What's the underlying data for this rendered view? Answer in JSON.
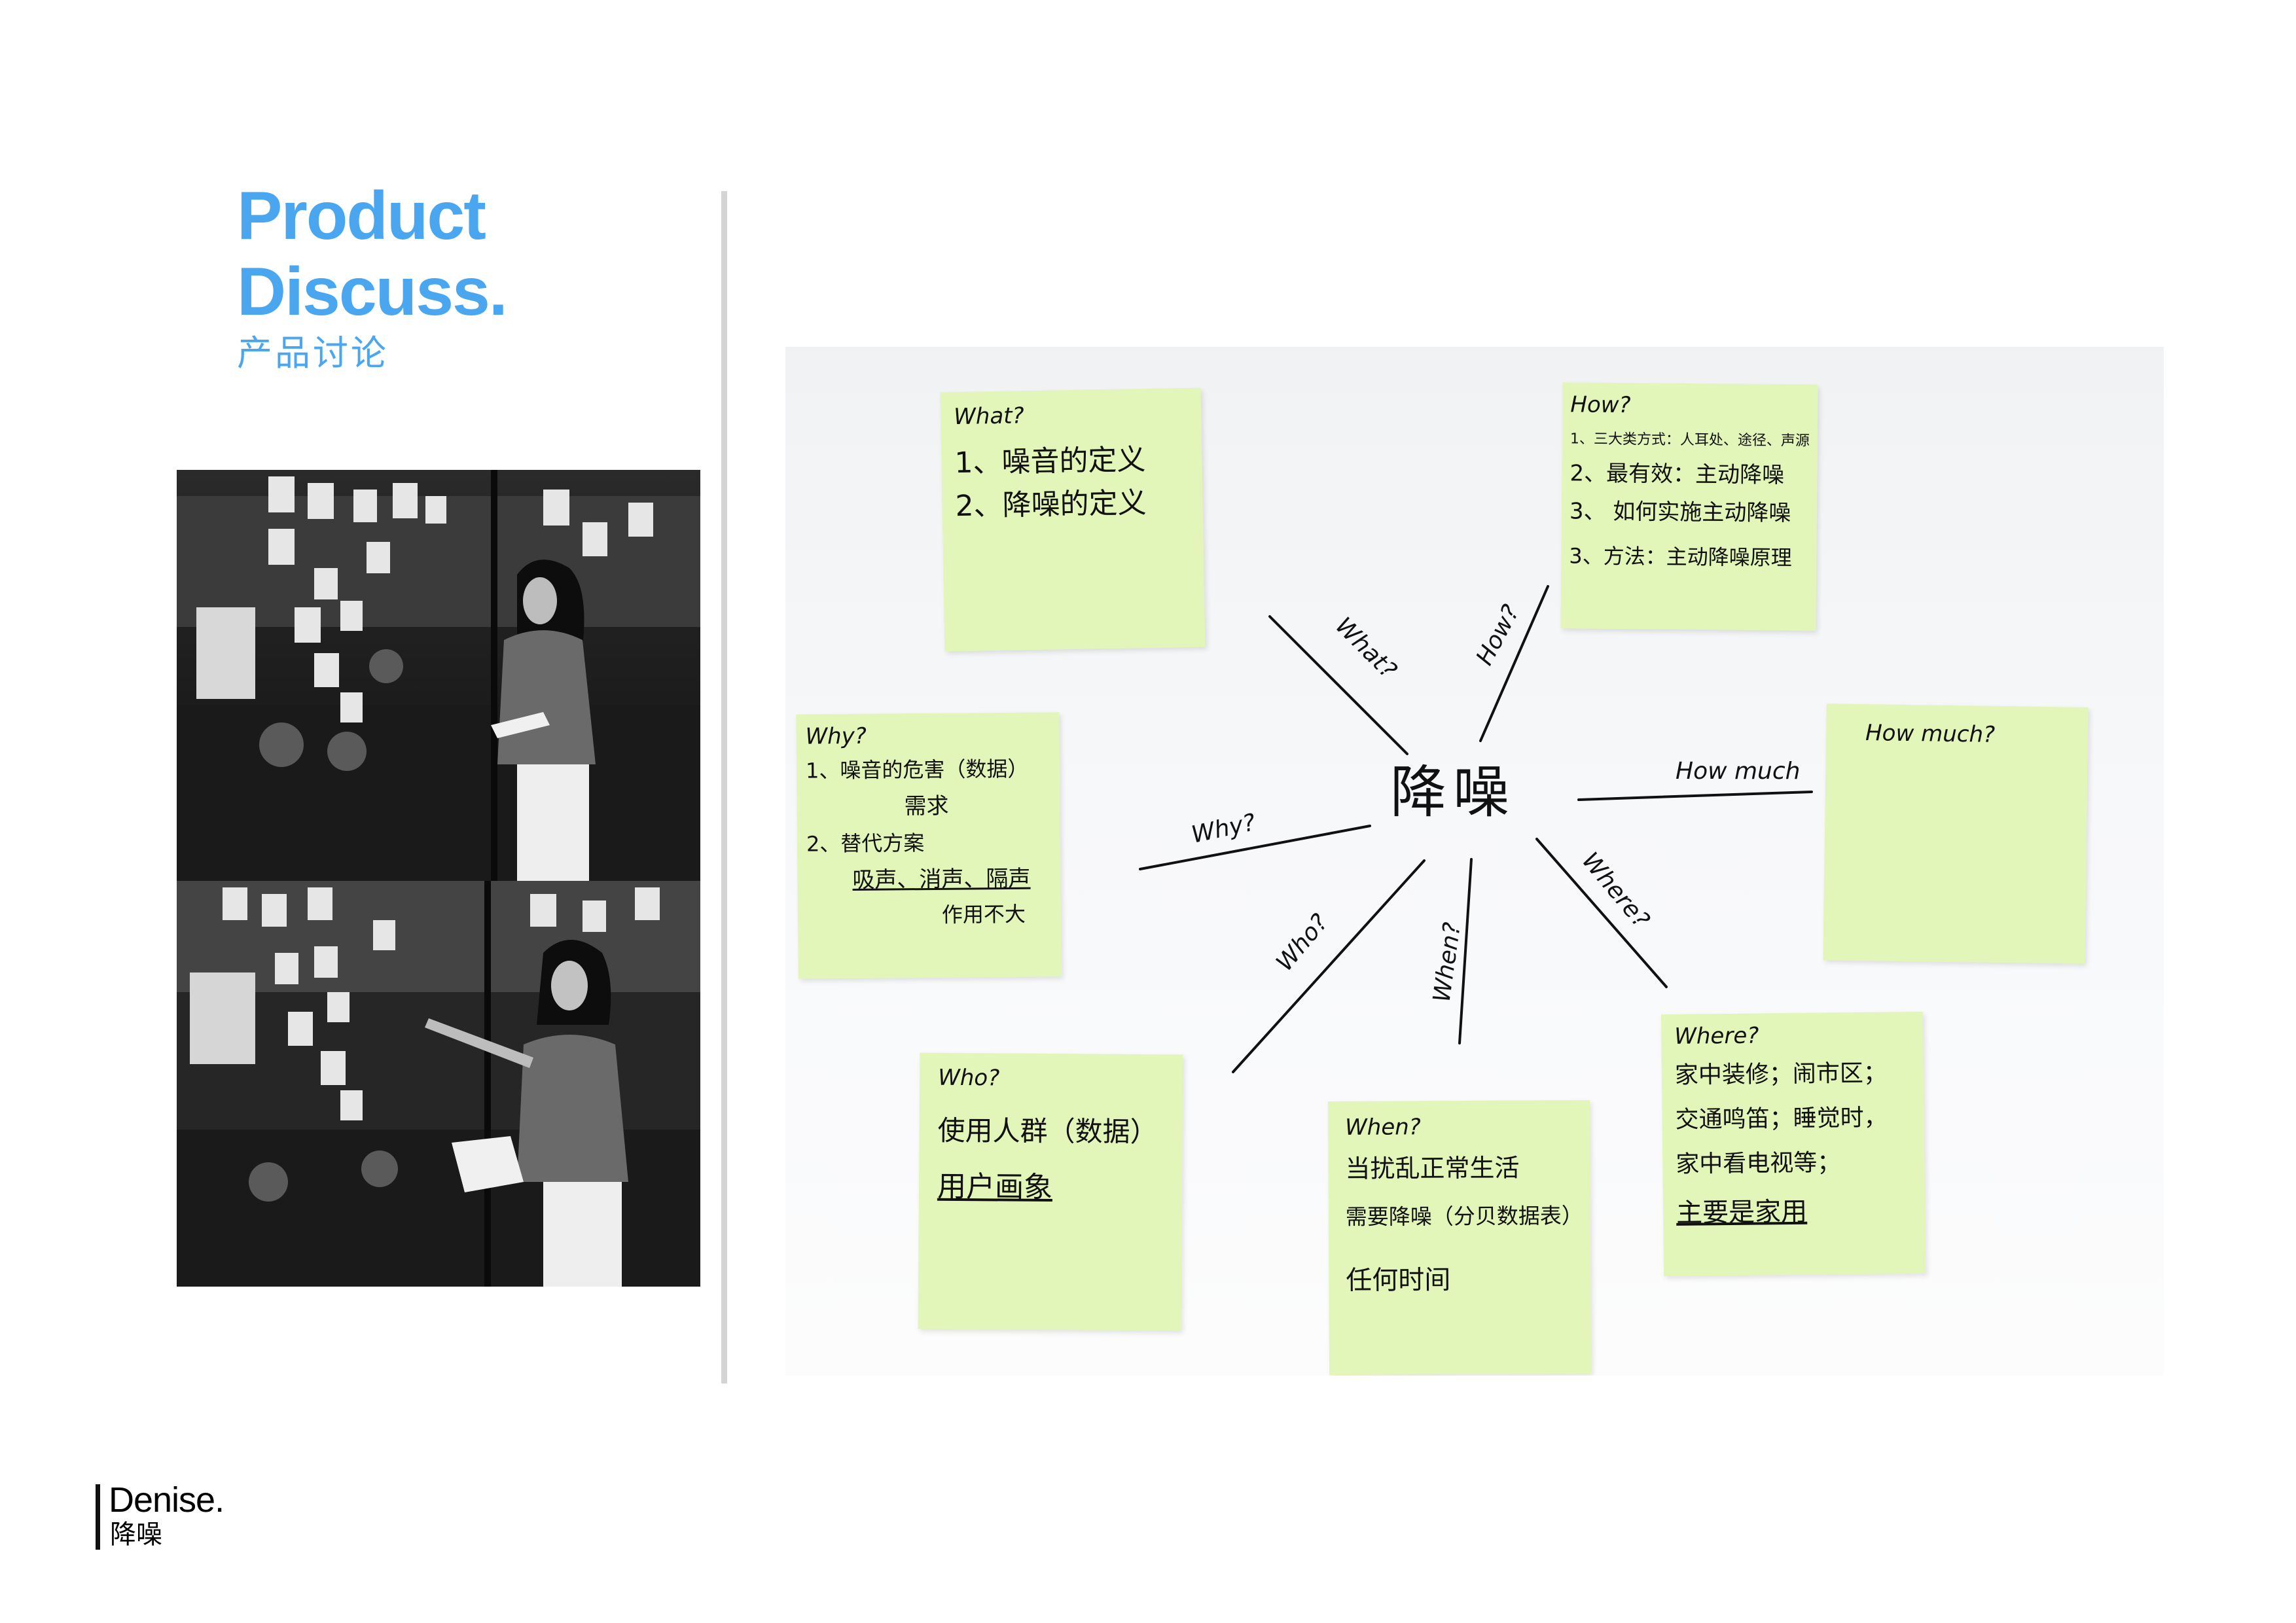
{
  "colors": {
    "accent": "#4aa6ee",
    "text_dark": "#111111",
    "sticky_note": "#e3f6b9",
    "divider": "#d4d4d4"
  },
  "title": {
    "line1": "Product",
    "line2": "Discuss.",
    "subtitle": "产品讨论"
  },
  "board": {
    "center": "降噪",
    "spokes": {
      "what": "What?",
      "how": "How?",
      "how_much": "How much",
      "where": "Where?",
      "when": "When?",
      "who": "Who?",
      "why": "Why?"
    },
    "notes": {
      "what": {
        "head": "What?",
        "lines": [
          "1、噪音的定义",
          "2、降噪的定义"
        ]
      },
      "how": {
        "head": "How?",
        "lines": [
          "1、三大类方式：人耳处、途径、声源",
          "2、最有效：主动降噪",
          "3、 如何实施主动降噪",
          "3、方法：主动降噪原理"
        ]
      },
      "why": {
        "head": "Why?",
        "lines": [
          "1、噪音的危害（数据）",
          "需求",
          "2、替代方案",
          "吸声、消声、隔声",
          "作用不大"
        ]
      },
      "how_much": {
        "head": "How much?"
      },
      "who": {
        "head": "Who?",
        "lines": [
          "使用人群（数据）",
          "用户画象"
        ]
      },
      "when": {
        "head": "When?",
        "lines": [
          "当扰乱正常生活",
          "需要降噪（分贝数据表）",
          "任何时间"
        ]
      },
      "where": {
        "head": "Where?",
        "lines": [
          "家中装修；闹市区；",
          "交通鸣笛；睡觉时，",
          "家中看电视等；",
          "主要是家用"
        ]
      }
    }
  },
  "footer": {
    "name": "Denise.",
    "subtitle": "降噪"
  }
}
